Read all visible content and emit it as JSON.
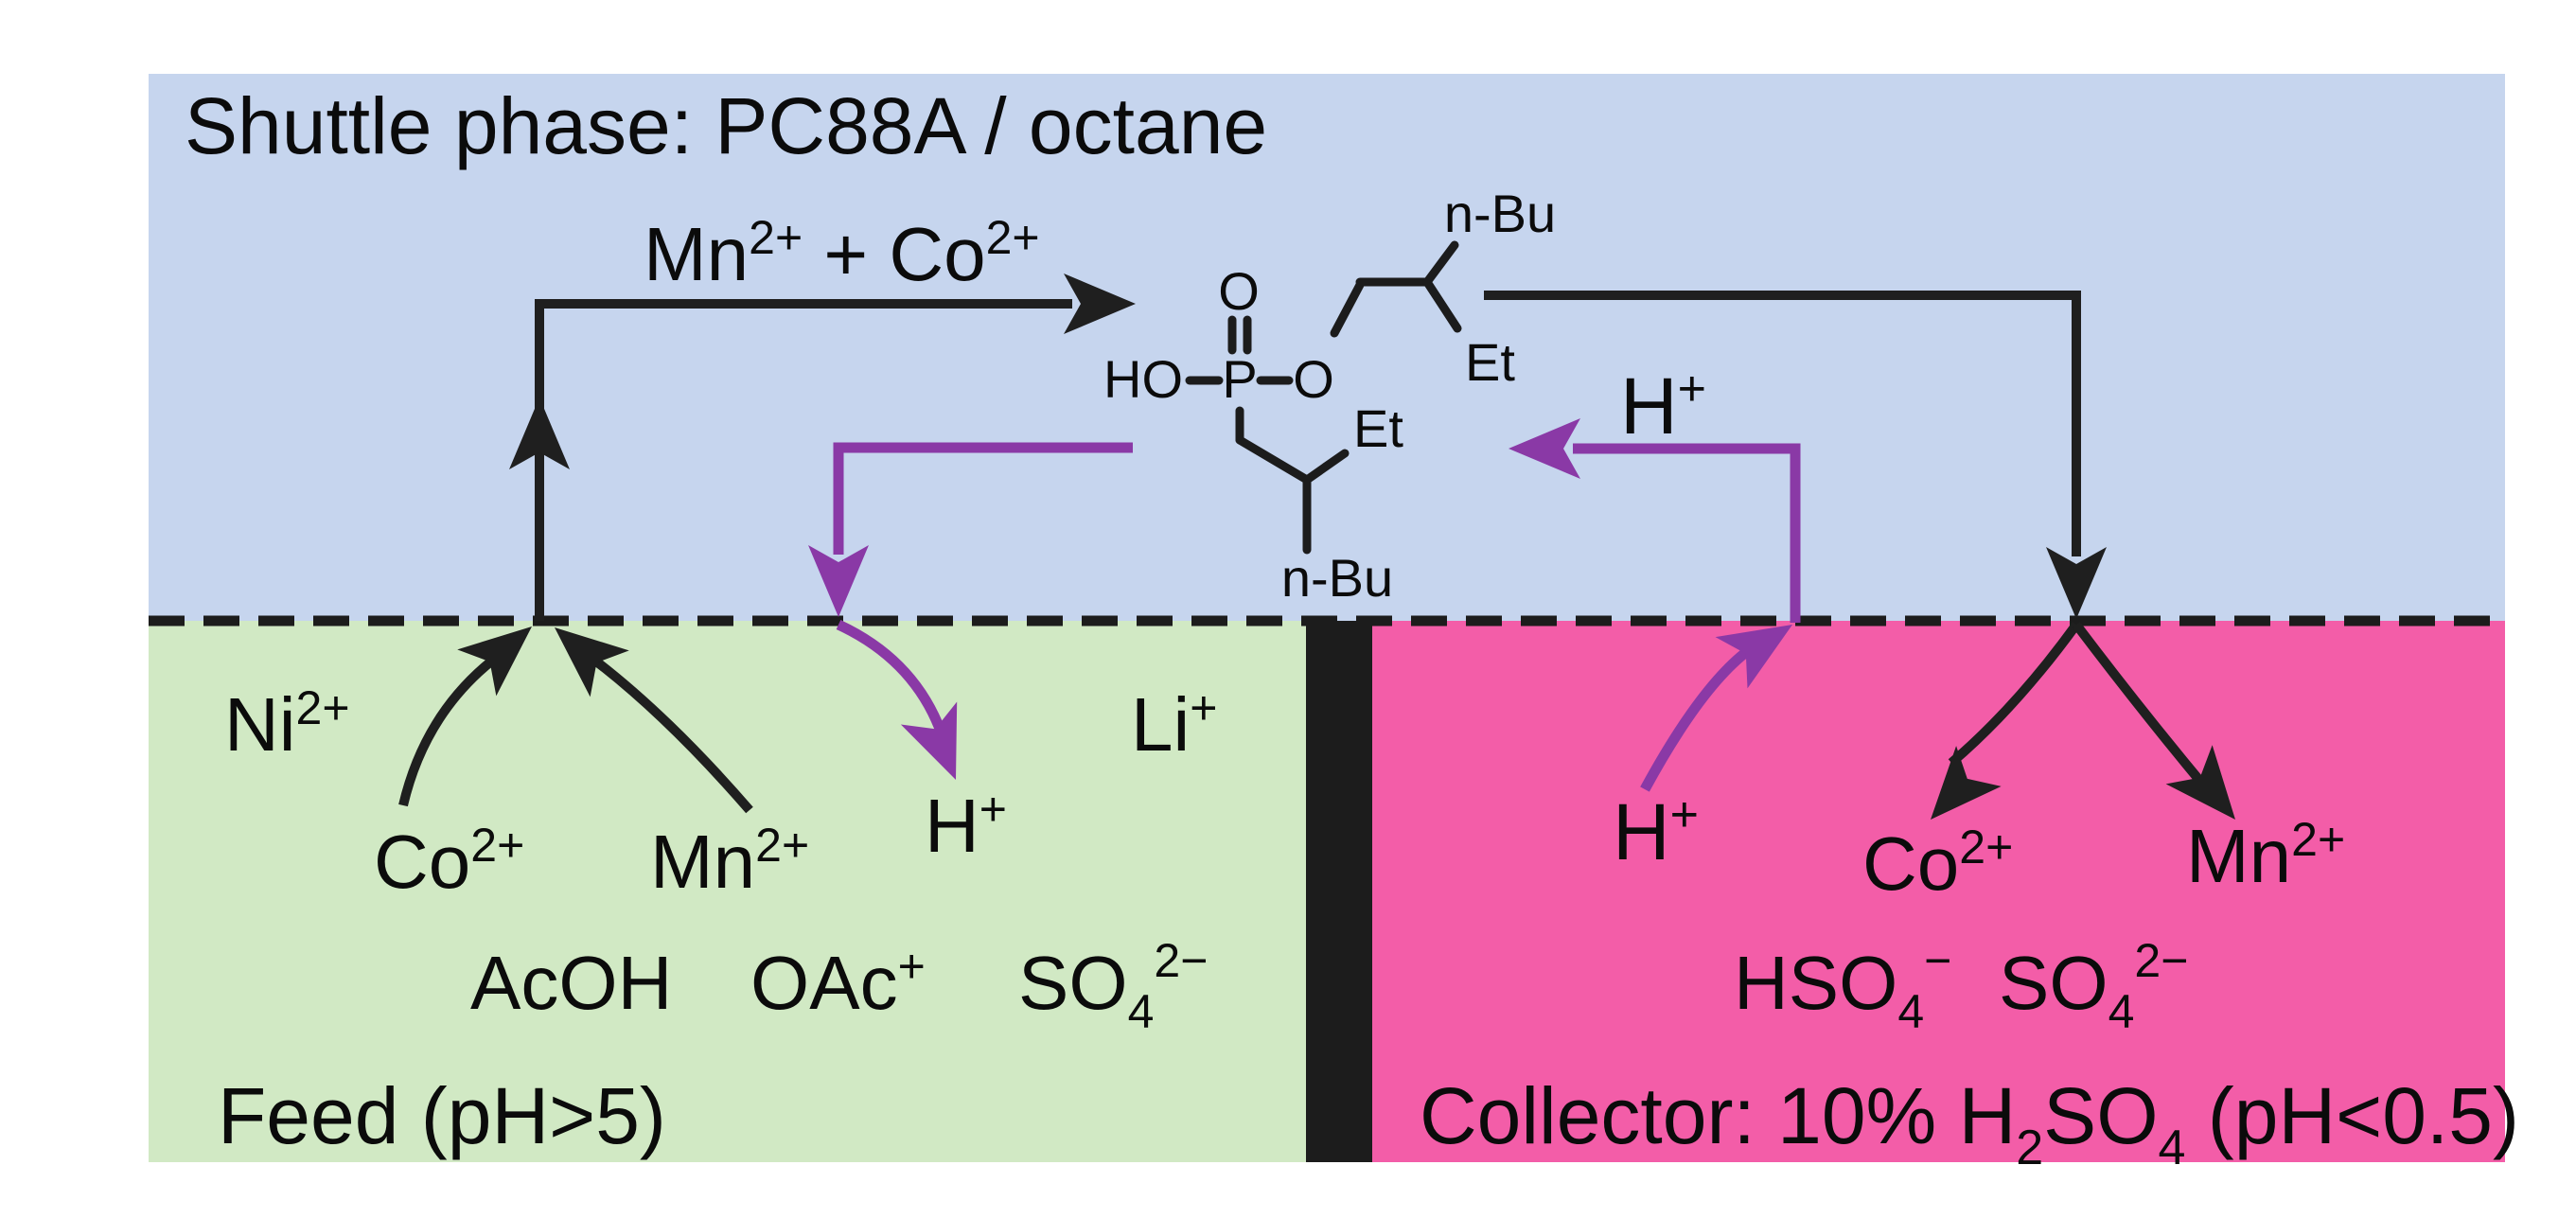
{
  "colors": {
    "shuttle_bg": "#c6d5ee",
    "feed_bg": "#d1e9c4",
    "collector_bg": "#f35da8",
    "divider": "#1c1c1c",
    "metal_arrow": "#1f1f1f",
    "proton_arrow": "#8a39a6",
    "text": "#0b0b0b"
  },
  "shuttle": {
    "title": "Shuttle phase: PC88A / octane",
    "transfer_label": {
      "m1": "Mn",
      "s1": "2+",
      "mid": " + Co",
      "s2": "2+"
    },
    "proton": {
      "base": "H",
      "sup": "+"
    }
  },
  "molecule": {
    "phosphoryl_o": "O",
    "ho": "HO",
    "p": "P",
    "ester_o": "O",
    "upper_et": "Et",
    "upper_nbu": "n-Bu",
    "lower_et": "Et",
    "lower_nbu": "n-Bu"
  },
  "feed": {
    "title": "Feed (pH>5)",
    "ions": {
      "ni": {
        "base": "Ni",
        "sup": "2+"
      },
      "li": {
        "base": "Li",
        "sup": "+"
      },
      "co": {
        "base": "Co",
        "sup": "2+"
      },
      "mn": {
        "base": "Mn",
        "sup": "2+"
      },
      "h": {
        "base": "H",
        "sup": "+"
      },
      "acoh": {
        "base": "AcOH"
      },
      "oac": {
        "base": "OAc",
        "sup": "+"
      },
      "so4": {
        "base": "SO",
        "sub": "4",
        "sup": "2−"
      }
    }
  },
  "collector": {
    "title_parts": {
      "t1": "Collector: 10% H",
      "s1": "2",
      "t2": "SO",
      "s2": "4",
      "t3": " (pH<0.5)"
    },
    "ions": {
      "h": {
        "base": "H",
        "sup": "+"
      },
      "co": {
        "base": "Co",
        "sup": "2+"
      },
      "mn": {
        "base": "Mn",
        "sup": "2+"
      },
      "hso4": {
        "base": "HSO",
        "sub": "4",
        "sup": "−"
      },
      "so4": {
        "base": "SO",
        "sub": "4",
        "sup": "2−"
      }
    }
  }
}
